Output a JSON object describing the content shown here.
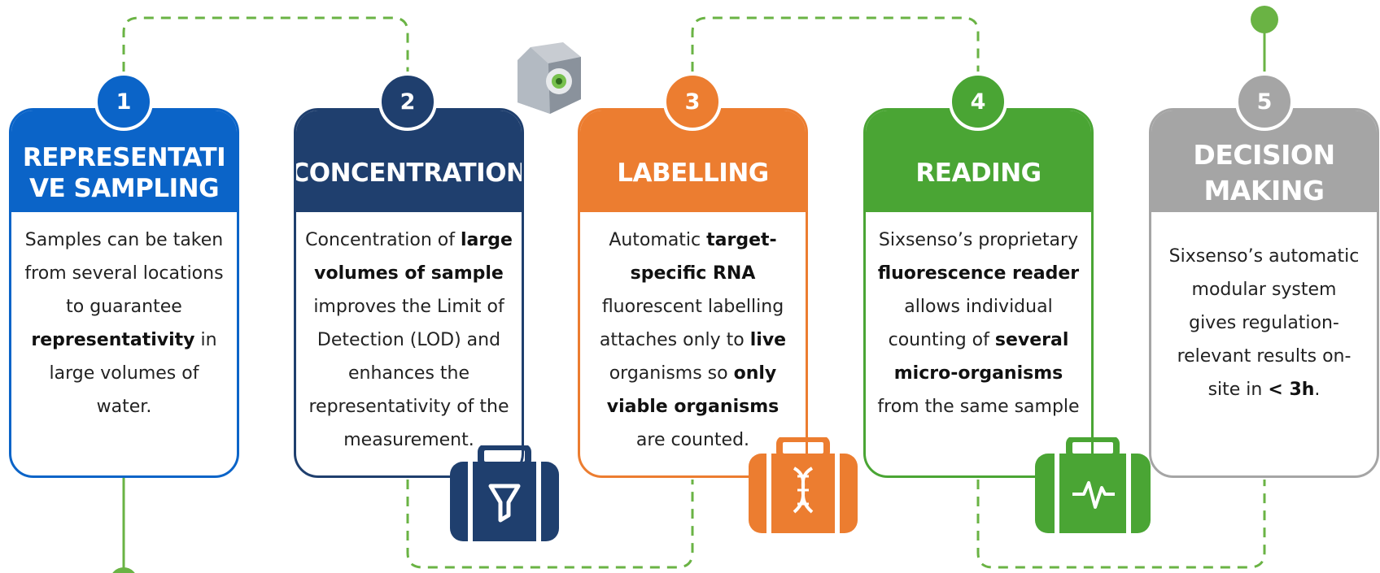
{
  "colors": {
    "step1": "#0b64c8",
    "step2": "#1f3f6e",
    "step3": "#ec7d30",
    "step4": "#4aa534",
    "step5": "#a5a5a5",
    "connector": "#6ab344"
  },
  "steps": [
    {
      "number": "1",
      "title": "REPRESENTATI VE SAMPLING",
      "body": [
        "Samples can be taken",
        "from several locations",
        "to guarantee",
        [
          "representativity",
          " in"
        ],
        "large volumes of water."
      ]
    },
    {
      "number": "2",
      "title": "CONCENTRATION",
      "body": [
        [
          "Concentration of ",
          "large"
        ],
        [
          "volumes of sample"
        ],
        "improves the Limit of",
        "Detection (LOD) and",
        "enhances the",
        "representativity of the",
        "measurement."
      ]
    },
    {
      "number": "3",
      "title": "LABELLING",
      "body": [
        [
          "Automatic ",
          "target-"
        ],
        [
          "specific RNA"
        ],
        "fluorescent labelling",
        [
          "attaches only to ",
          "live"
        ],
        [
          "organisms so ",
          "only"
        ],
        [
          "viable organisms"
        ],
        "are counted."
      ]
    },
    {
      "number": "4",
      "title": "READING",
      "body": [
        "Sixsenso’s proprietary",
        [
          "fluorescence reader"
        ],
        "allows individual",
        [
          "counting of ",
          "several"
        ],
        [
          "micro-organisms"
        ],
        "from the same sample"
      ]
    },
    {
      "number": "5",
      "title": "DECISION MAKING",
      "body": [
        "Sixsenso’s automatic",
        "modular system",
        "gives regulation-",
        "relevant results on-",
        [
          "site in ",
          "< 3h",
          "."
        ]
      ]
    }
  ],
  "icons": [
    "cube-device-icon",
    "funnel-case-icon",
    "dna-case-icon",
    "pulse-case-icon"
  ]
}
